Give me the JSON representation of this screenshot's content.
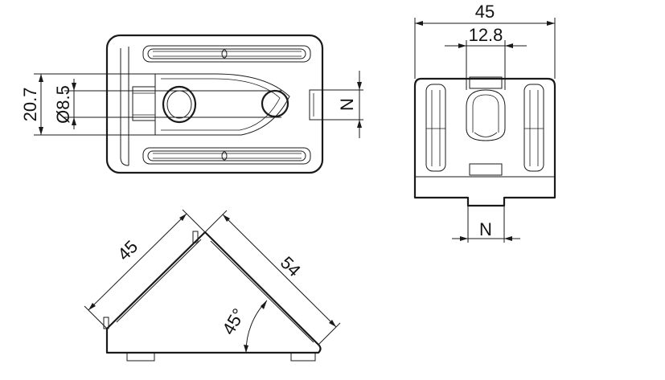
{
  "dimensions": {
    "top_width": "45",
    "top_slot_width": "12.8",
    "left_height": "20.7",
    "left_hole_diameter": "Ø8.5",
    "right_slot": "N",
    "bottom_slot": "N",
    "side_length_a": "45",
    "side_length_b": "54",
    "angle": "45°"
  }
}
